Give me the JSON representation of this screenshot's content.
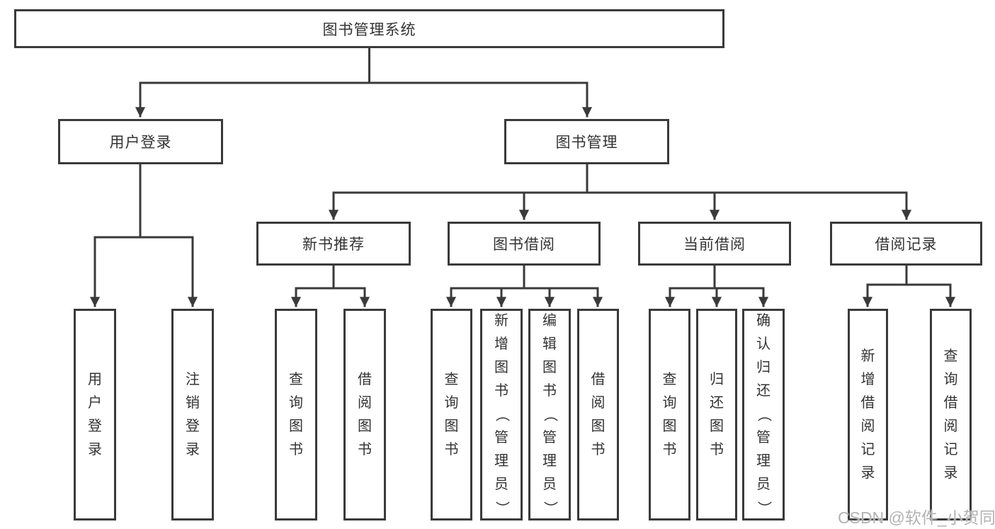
{
  "diagram": {
    "type": "hierarchy-chart",
    "colors": {
      "line": "#3a3a3a",
      "box_border": "#3a3a3a",
      "box_fill": "#ffffff",
      "text": "#333333",
      "watermark": "#b3b3b3",
      "background": "#ffffff"
    },
    "tree": {
      "label": "图书管理系统",
      "children": [
        {
          "label": "用户登录",
          "children": [
            {
              "label": "用户登录"
            },
            {
              "label": "注销登录"
            }
          ]
        },
        {
          "label": "图书管理",
          "children": [
            {
              "label": "新书推荐",
              "children": [
                {
                  "label": "查询图书"
                },
                {
                  "label": "借阅图书"
                }
              ]
            },
            {
              "label": "图书借阅",
              "children": [
                {
                  "label": "查询图书"
                },
                {
                  "label": "新增图书（管理员）"
                },
                {
                  "label": "编辑图书（管理员）"
                },
                {
                  "label": "借阅图书"
                }
              ]
            },
            {
              "label": "当前借阅",
              "children": [
                {
                  "label": "查询图书"
                },
                {
                  "label": "归还图书"
                },
                {
                  "label": "确认归还（管理员）"
                }
              ]
            },
            {
              "label": "借阅记录",
              "children": [
                {
                  "label": "新增借阅记录"
                },
                {
                  "label": "查询借阅记录"
                }
              ]
            }
          ]
        }
      ]
    },
    "watermark": "CSDN @软件_小贺同学"
  }
}
